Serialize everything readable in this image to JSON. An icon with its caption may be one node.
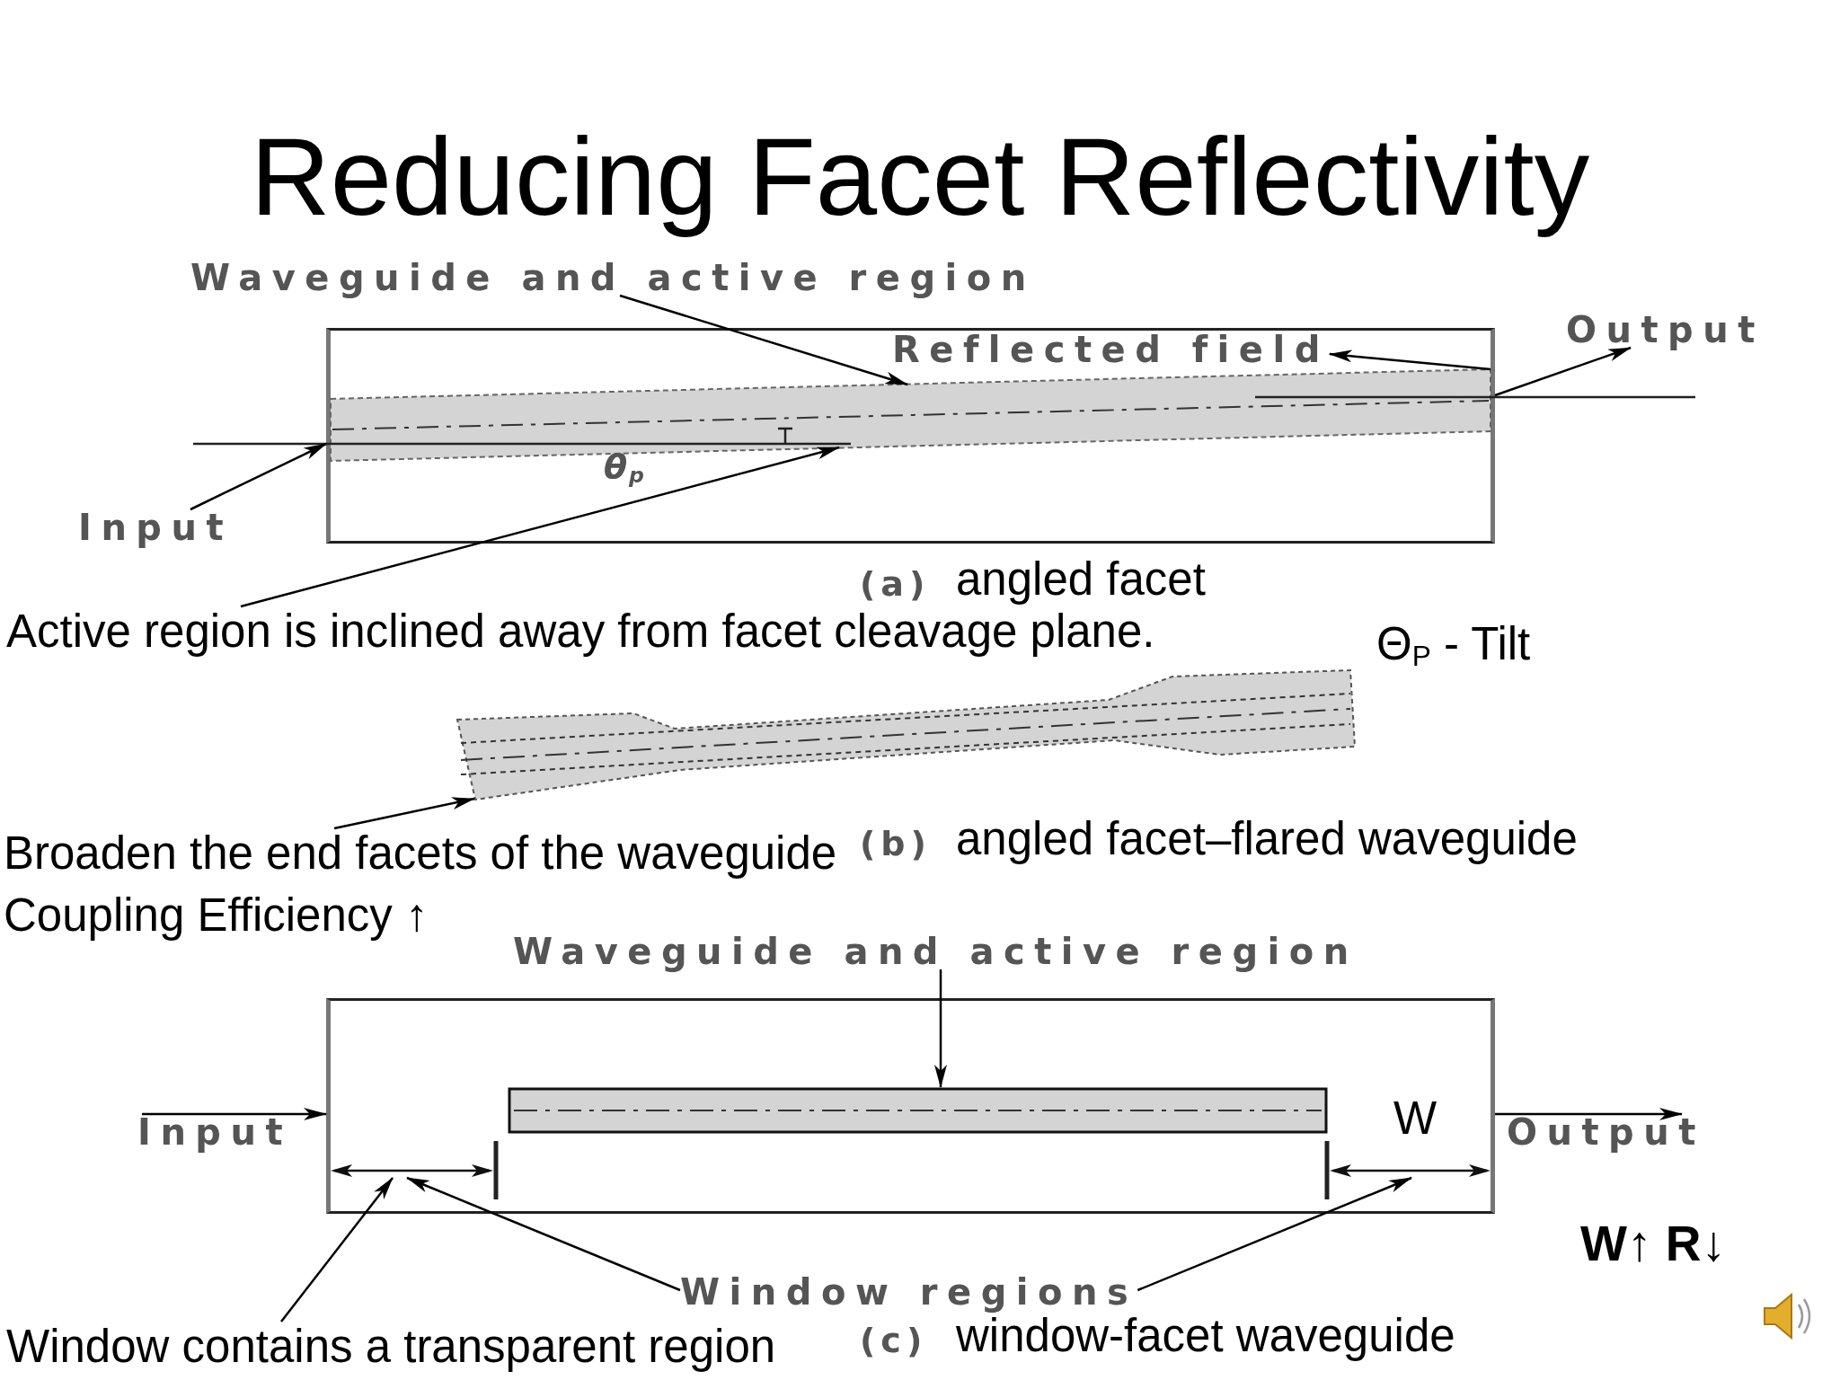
{
  "diagram": {
    "title": "Reducing Facet Reflectivity",
    "nodes": [
      {
        "text": [
          "Waveguide and active region"
        ]
      },
      {
        "text": [],
        "shape": "box"
      },
      {
        "text": [
          "Reflected field"
        ],
        "in": 1
      },
      {
        "text": [],
        "shape": "bar",
        "in": 1
      },
      {
        "text": [
          "Output"
        ]
      },
      {
        "text": [
          "Input"
        ]
      },
      {
        "text": [
          "Active region is inclined away from facet cleavage plane."
        ]
      },
      {
        "text": [],
        "shape": "bar"
      },
      {
        "text": [
          "Broaden the end facets of the waveguide"
        ]
      },
      {
        "text": [
          "Waveguide and active region"
        ]
      },
      {
        "text": [],
        "shape": "box"
      },
      {
        "text": [],
        "shape": "bar",
        "in": 10
      },
      {
        "text": [],
        "shape": "line",
        "in": 10
      },
      {
        "text": [],
        "shape": "line",
        "in": 10
      },
      {
        "text": [
          "Input"
        ]
      },
      {
        "text": [
          "Output"
        ]
      },
      {
        "text": [
          "Window regions"
        ]
      },
      {
        "text": [
          "Window contains a transparent region"
        ]
      }
    ],
    "edges": [
      {
        "from": 0,
        "to": 3,
        "arrow": "to"
      },
      {
        "from": 5,
        "to": 1,
        "arrow": "to"
      },
      {
        "from": 1,
        "to": 4,
        "arrow": "to"
      },
      {
        "from": 3,
        "to": 2,
        "arrow": "to"
      },
      {
        "from": 6,
        "to": 3,
        "arrow": "to"
      },
      {
        "from": 8,
        "to": 7,
        "arrow": "to"
      },
      {
        "from": 9,
        "to": 11,
        "arrow": "to"
      },
      {
        "from": 14,
        "to": 10,
        "arrow": "to"
      },
      {
        "from": 10,
        "to": 15,
        "arrow": "to"
      },
      {
        "from": 16,
        "to": 12,
        "arrow": "to"
      },
      {
        "from": 16,
        "to": 13,
        "arrow": "to"
      },
      {
        "from": 17,
        "to": 12,
        "arrow": "to"
      }
    ],
    "labels": [
      "θ$_{p}$",
      "(a)",
      "angled facet",
      "Θ$_{P}$ - Tilt",
      "(b)",
      "angled facet–flared waveguide",
      "Coupling Efficiency ↑",
      "W",
      "W↑ R↓",
      "(c)",
      "window-facet waveguide"
    ]
  }
}
